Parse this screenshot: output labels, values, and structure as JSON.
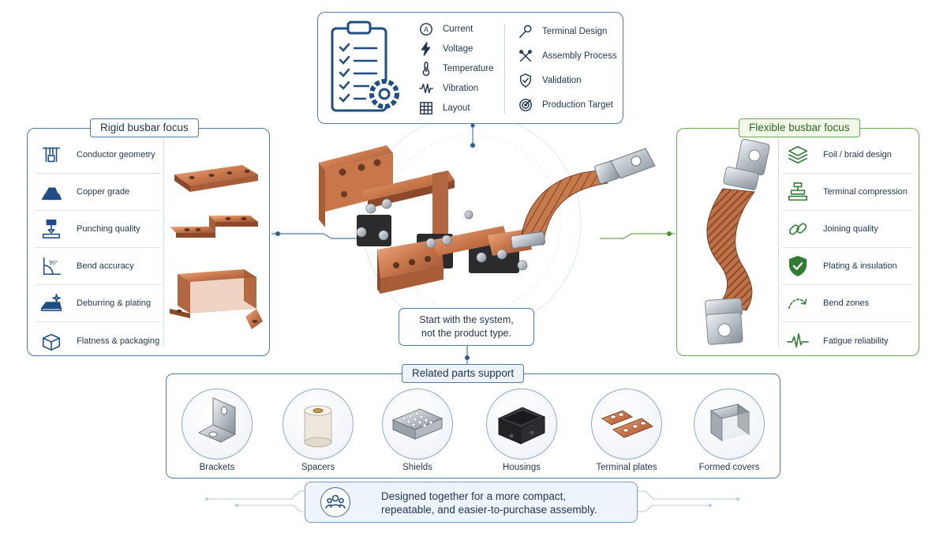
{
  "requirements": {
    "left": [
      {
        "label": "Current",
        "icon": "ampere-icon"
      },
      {
        "label": "Voltage",
        "icon": "lightning-icon"
      },
      {
        "label": "Temperature",
        "icon": "thermometer-icon"
      },
      {
        "label": "Vibration",
        "icon": "vibration-icon"
      },
      {
        "label": "Layout",
        "icon": "grid-icon"
      }
    ],
    "right": [
      {
        "label": "Terminal Design",
        "icon": "wrench-icon"
      },
      {
        "label": "Assembly Process",
        "icon": "tools-icon"
      },
      {
        "label": "Validation",
        "icon": "shield-check-icon"
      },
      {
        "label": "Production Target",
        "icon": "target-icon"
      }
    ],
    "current_symbol": "A"
  },
  "rigid": {
    "title": "Rigid busbar focus",
    "items": [
      {
        "label": "Conductor geometry",
        "icon": "caliper-icon"
      },
      {
        "label": "Copper grade",
        "icon": "ingots-icon"
      },
      {
        "label": "Punching quality",
        "icon": "press-icon"
      },
      {
        "label": "Bend accuracy",
        "icon": "angle-icon"
      },
      {
        "label": "Deburring & plating",
        "icon": "sparkle-plate-icon"
      },
      {
        "label": "Flatness & packaging",
        "icon": "box-icon"
      }
    ],
    "angle_text": "90°"
  },
  "flexible": {
    "title": "Flexible busbar focus",
    "items": [
      {
        "label": "Foil / braid design",
        "icon": "layers-icon"
      },
      {
        "label": "Terminal compression",
        "icon": "compression-icon"
      },
      {
        "label": "Joining quality",
        "icon": "link-icon"
      },
      {
        "label": "Plating & insulation",
        "icon": "shield-check-icon"
      },
      {
        "label": "Bend zones",
        "icon": "curve-arrow-icon"
      },
      {
        "label": "Fatigue reliability",
        "icon": "pulse-icon"
      }
    ]
  },
  "center": {
    "callout_line1": "Start with the system,",
    "callout_line2": "not the product type."
  },
  "related": {
    "title": "Related parts support",
    "items": [
      {
        "label": "Brackets"
      },
      {
        "label": "Spacers"
      },
      {
        "label": "Shields"
      },
      {
        "label": "Housings"
      },
      {
        "label": "Terminal plates"
      },
      {
        "label": "Formed covers"
      }
    ]
  },
  "footer": {
    "line1": "Designed together for a more compact,",
    "line2": "repeatable, and easier-to-purchase assembly.",
    "icon": "team-icon"
  },
  "colors": {
    "navy": "#1f3554",
    "blue_border": "#4e7aa8",
    "green_border": "#6aa84f",
    "copper": "#c8764a"
  }
}
